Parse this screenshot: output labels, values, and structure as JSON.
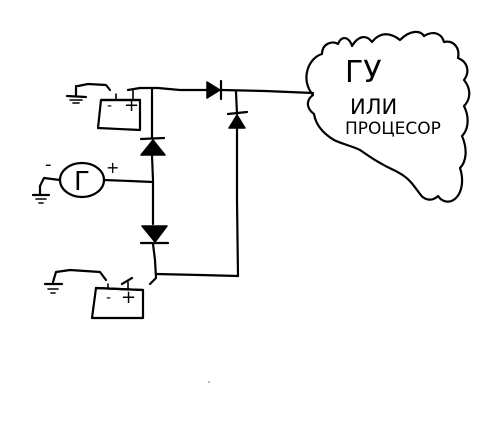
{
  "cloud": {
    "line1": "ГУ",
    "line2": "ИЛИ",
    "line3": "ПРОЦЕСОР"
  },
  "generator": {
    "label": "Г",
    "minus": "-",
    "plus": "+"
  },
  "battery_top": {
    "minus": "-",
    "plus": "+"
  },
  "battery_bottom": {
    "minus": "-",
    "plus": "+"
  }
}
